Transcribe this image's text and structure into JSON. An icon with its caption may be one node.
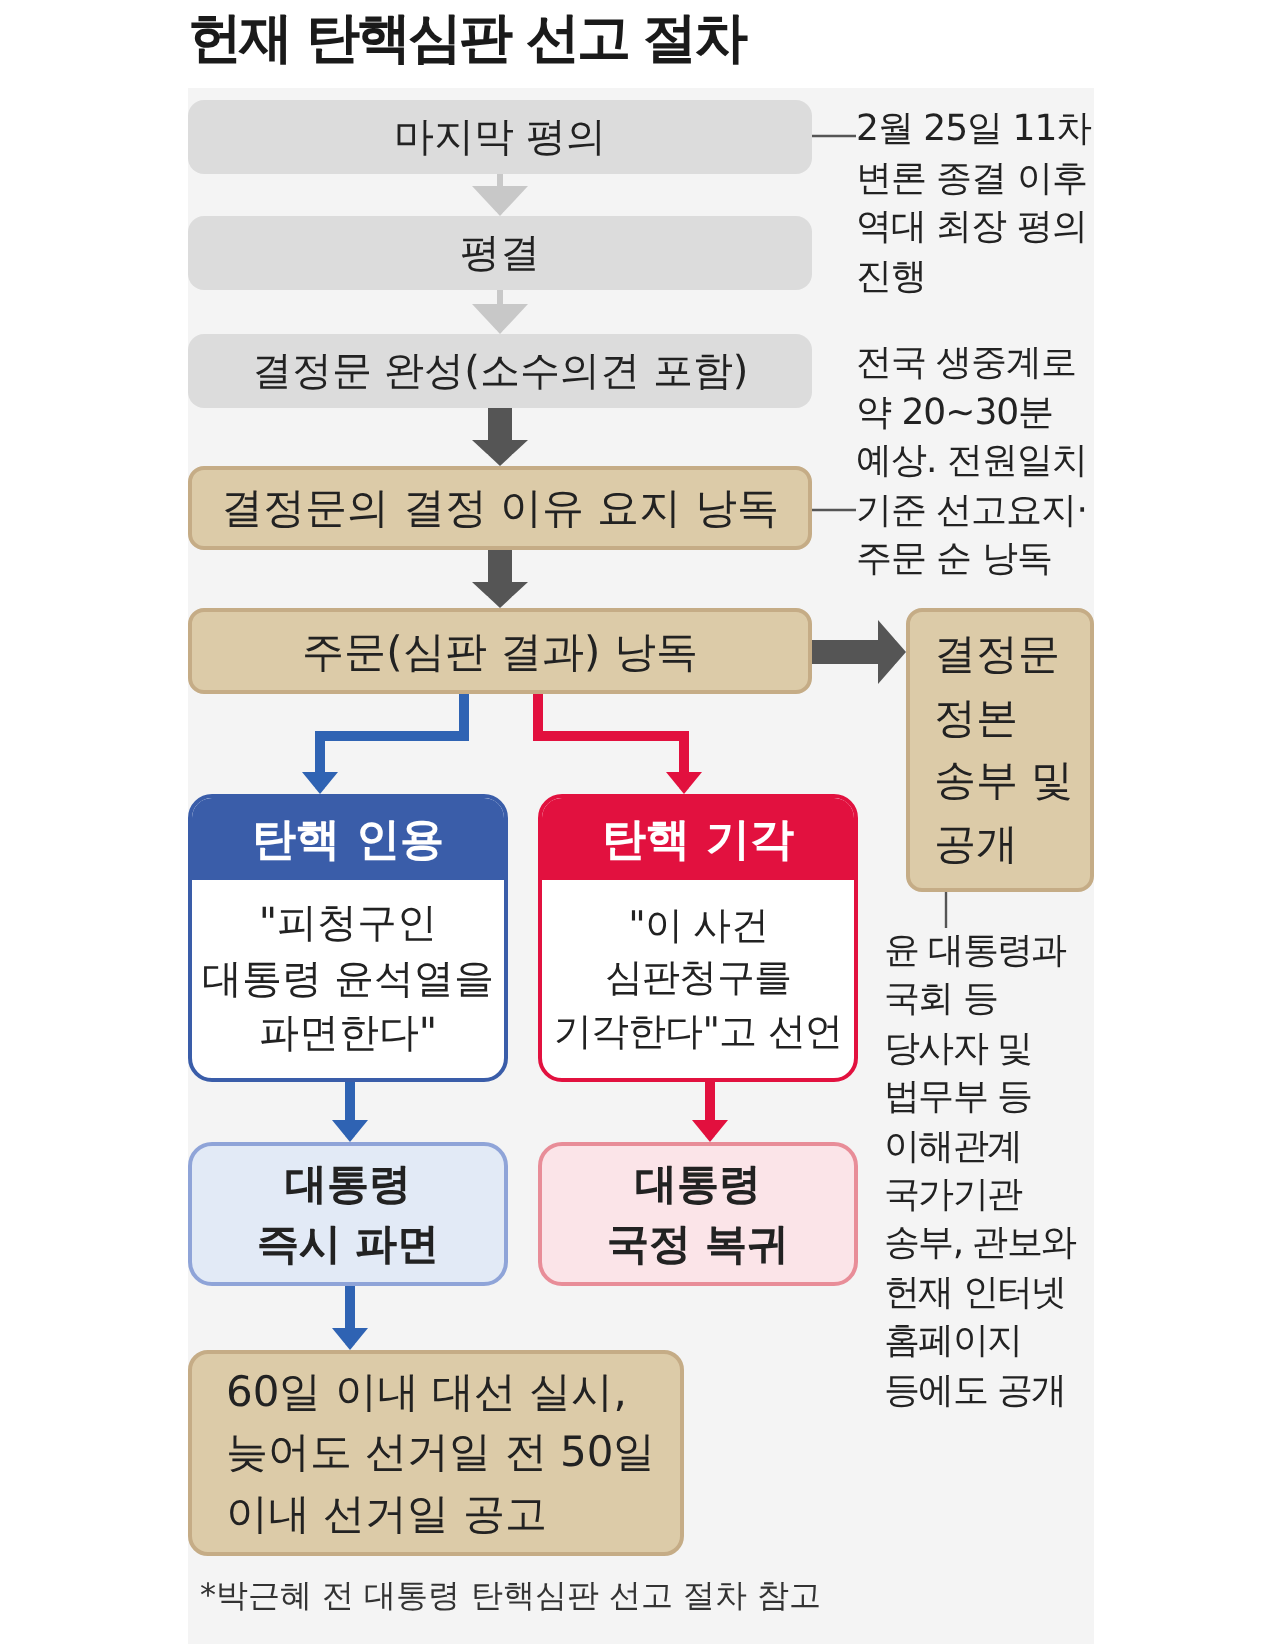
{
  "diagram": {
    "title": "헌재 탄핵심판 선고 절차",
    "nodes": [
      {
        "text": [
          "마지막 평의"
        ]
      },
      {
        "text": [
          "평결"
        ]
      },
      {
        "text": [
          "결정문 완성(소수의견 포함)"
        ]
      },
      {
        "text": [
          "결정문의 결정 이유 요지 낭독"
        ]
      },
      {
        "text": [
          "주문(심판 결과) 낭독"
        ]
      },
      {
        "text": [
          "결정문 정본 송부 및 공개"
        ]
      },
      {
        "text": [
          "탄핵 인용",
          "\"피청구인 대통령 윤석열을 파면한다\""
        ]
      },
      {
        "text": [
          "탄핵 기각",
          "\"이 사건 심판청구를 기각한다\"고 선언"
        ]
      },
      {
        "text": [
          "대통령 즉시 파면"
        ]
      },
      {
        "text": [
          "대통령 국정 복귀"
        ]
      },
      {
        "text": [
          "60일 이내 대선 실시, 늦어도 선거일 전 50일 이내 선거일 공고"
        ]
      },
      {
        "text": [
          "2월 25일 11차 변론 종결 이후 역대 최장 평의 진행"
        ]
      },
      {
        "text": [
          "전국 생중계로 약 20~30분 예상. 전원일치 기준 선고요지·주문 순 낭독"
        ]
      },
      {
        "text": [
          "윤 대통령과 국회 등 당사자 및 법무부 등 이해관계 국가기관 송부, 관보와 헌재 인터넷 홈페이지 등에도 공개"
        ]
      }
    ],
    "edges": [
      {
        "from": 0,
        "to": 1,
        "arrow": "to",
        "color": "#c8c8c8"
      },
      {
        "from": 1,
        "to": 2,
        "arrow": "to",
        "color": "#c8c8c8"
      },
      {
        "from": 2,
        "to": 3,
        "arrow": "to",
        "style": "thick"
      },
      {
        "from": 3,
        "to": 4,
        "arrow": "to",
        "style": "thick"
      },
      {
        "from": 4,
        "to": 5,
        "arrow": "to",
        "style": "thick"
      },
      {
        "from": 4,
        "to": 6,
        "arrow": "to",
        "color": "#2f63b3"
      },
      {
        "from": 4,
        "to": 7,
        "arrow": "to",
        "color": "#e2103e"
      },
      {
        "from": 6,
        "to": 8,
        "arrow": "to",
        "color": "#2f63b3"
      },
      {
        "from": 7,
        "to": 9,
        "arrow": "to",
        "color": "#e2103e"
      },
      {
        "from": 8,
        "to": 10,
        "arrow": "to",
        "color": "#2f63b3"
      },
      {
        "from": 11,
        "to": 0,
        "arrow": "none"
      },
      {
        "from": 12,
        "to": 3,
        "arrow": "none"
      },
      {
        "from": 13,
        "to": 5,
        "arrow": "none"
      }
    ],
    "labels": [
      "*박근혜 전 대통령 탄핵심판 선고 절차 참고"
    ]
  }
}
